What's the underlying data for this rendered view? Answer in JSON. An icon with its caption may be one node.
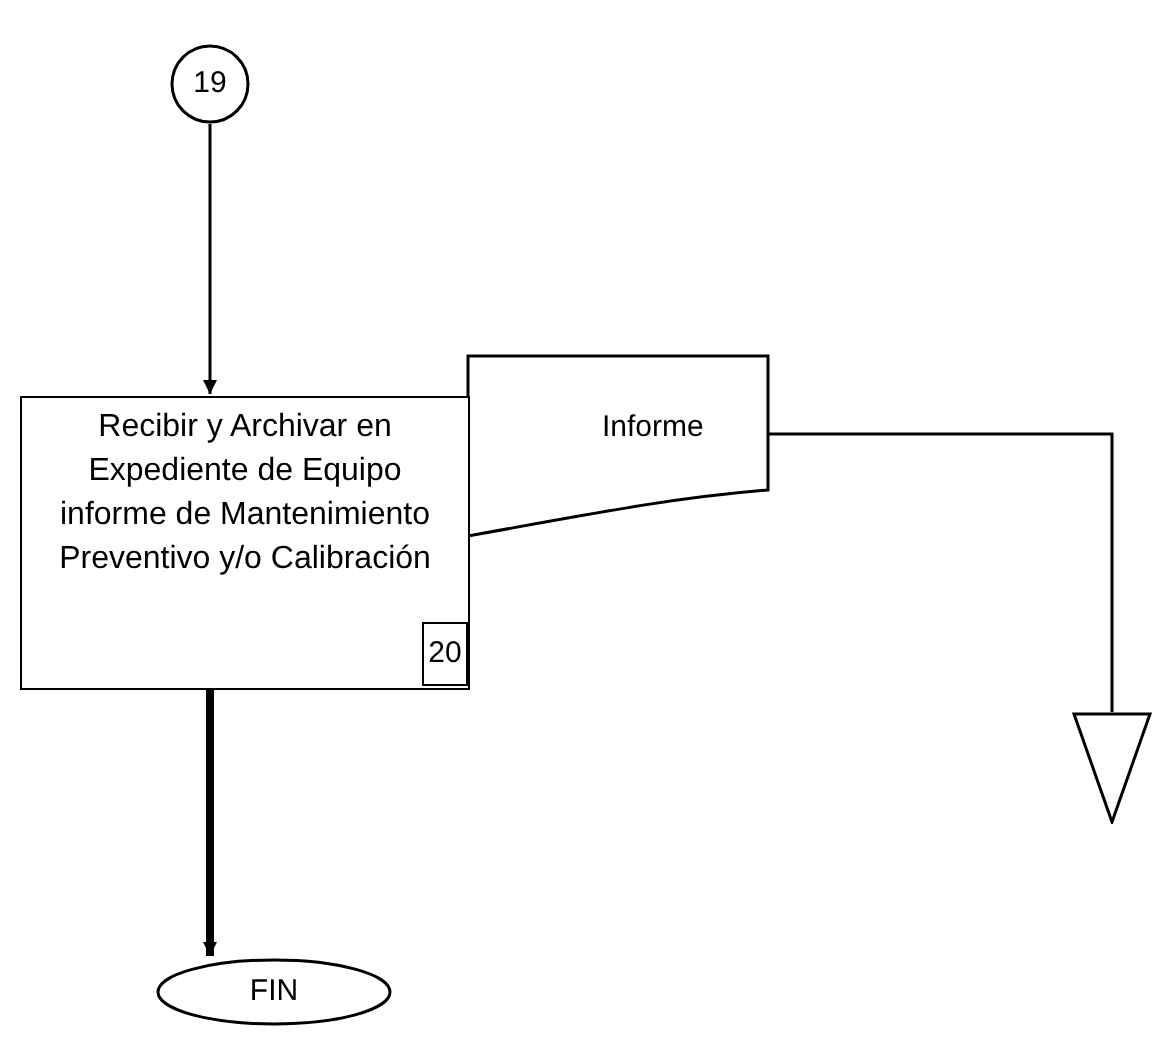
{
  "diagram": {
    "nodes": [
      {
        "text": [
          "19"
        ]
      },
      {
        "text": [
          "Recibir y Archivar en Expediente de Equipo informe de Mantenimiento Preventivo y/o Calibración"
        ]
      },
      {
        "text": [
          "20"
        ],
        "in": 1
      },
      {
        "text": [
          "Informe"
        ]
      },
      {
        "text": [],
        "shape": "triangle"
      },
      {
        "text": [
          "FIN"
        ]
      }
    ],
    "edges": [
      {
        "from": 0,
        "to": 1,
        "arrow": "to"
      },
      {
        "from": 3,
        "to": 4,
        "arrow": "none"
      },
      {
        "from": 1,
        "to": 5,
        "arrow": "to",
        "style": "thick"
      }
    ]
  }
}
